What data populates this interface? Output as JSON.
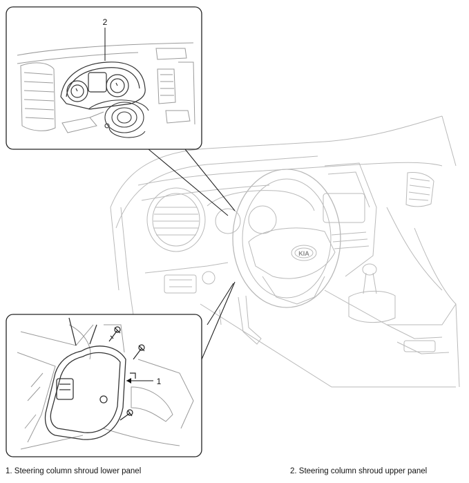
{
  "figure": {
    "callouts": [
      {
        "id": "callout-1",
        "number": "1"
      },
      {
        "id": "callout-2",
        "number": "2"
      }
    ],
    "logo_text": "KIA"
  },
  "legend": {
    "item1": "1. Steering column shroud lower panel",
    "item2": "2. Steering column shroud upper panel"
  }
}
